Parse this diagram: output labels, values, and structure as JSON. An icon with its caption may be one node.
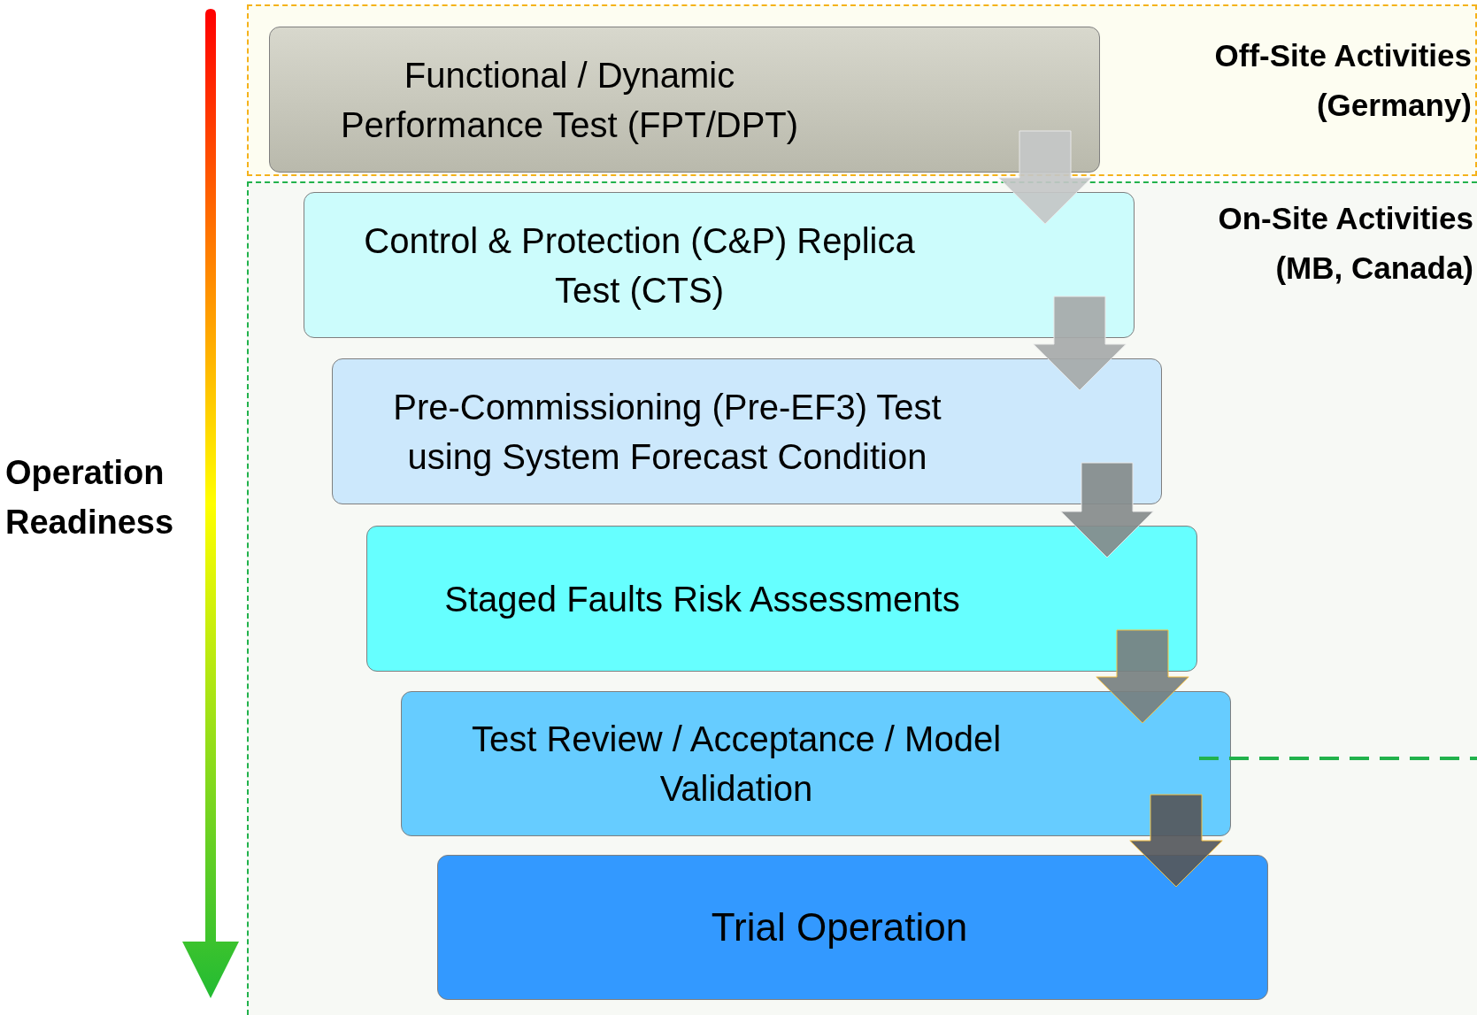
{
  "diagram": {
    "nodes": [
      {
        "text": [
          "Off-Site Activities (Germany)"
        ]
      },
      {
        "text": [
          "Functional / Dynamic Performance Test (FPT/DPT)"
        ],
        "in": 0
      },
      {
        "text": [
          "On-Site Activities (MB, Canada)"
        ]
      },
      {
        "text": [
          "Control & Protection (C&P) Replica Test (CTS)"
        ],
        "in": 2
      },
      {
        "text": [
          "Pre-Commissioning (Pre-EF3) Test using System Forecast Condition"
        ],
        "in": 2
      },
      {
        "text": [
          "Staged Faults Risk Assessments"
        ],
        "in": 2
      },
      {
        "text": [
          "Test Review / Acceptance / Model Validation"
        ],
        "in": 2
      },
      {
        "text": [
          "Trial Operation"
        ],
        "in": 2
      }
    ],
    "edges": [
      {
        "from": 1,
        "to": 3,
        "arrow": "to",
        "style": "thick",
        "color": "#c4c7c7"
      },
      {
        "from": 3,
        "to": 4,
        "arrow": "to",
        "style": "thick",
        "color": "#a6a9a9"
      },
      {
        "from": 4,
        "to": 5,
        "arrow": "to",
        "style": "thick",
        "color": "#868b8b"
      },
      {
        "from": 5,
        "to": 6,
        "arrow": "to",
        "style": "thick",
        "color": "#778080"
      },
      {
        "from": 6,
        "to": 7,
        "arrow": "to",
        "style": "thick",
        "color": "#55585c"
      }
    ],
    "labels": [
      "Operation Readiness"
    ]
  }
}
